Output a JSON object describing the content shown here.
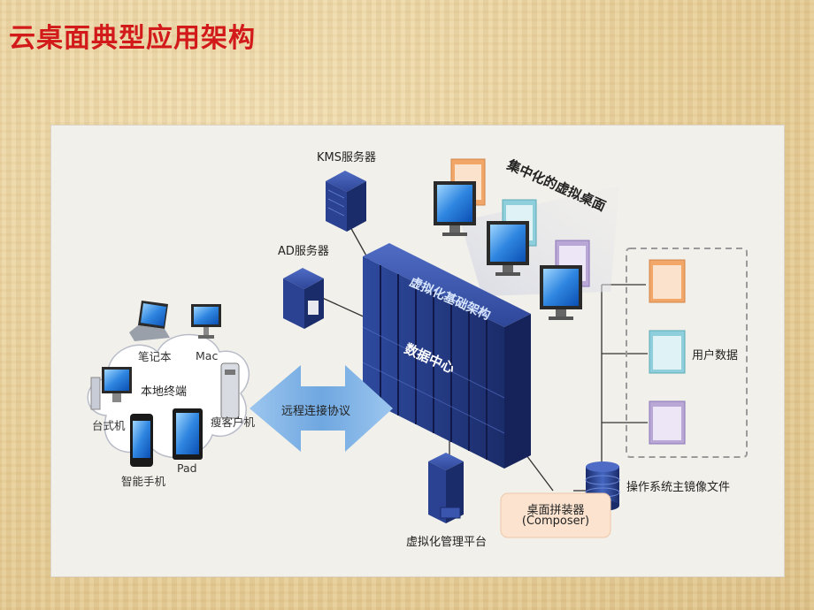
{
  "page": {
    "title": "云桌面典型应用架构"
  },
  "servers": {
    "kms": "KMS服务器",
    "ad": "AD服务器"
  },
  "datacenter": {
    "top_label": "虚拟化基础架构",
    "mid_label": "数据中心"
  },
  "desktops": {
    "label": "集中化的虚拟桌面"
  },
  "client_cloud": {
    "center": "本地终端",
    "laptop": "笔记本",
    "mac": "Mac",
    "desktop_pc": "台式机",
    "thin_client": "瘦客户机",
    "smartphone": "智能手机",
    "pad": "Pad"
  },
  "protocol": {
    "label": "远程连接协议"
  },
  "management": {
    "label": "虚拟化管理平台"
  },
  "composer": {
    "line1": "桌面拼装器",
    "line2": "(Composer)"
  },
  "storage": {
    "user_data": "用户数据",
    "os_image": "操作系统主镜像文件"
  },
  "colors": {
    "title": "#d21a1a",
    "server_dark": "#1e2f6e",
    "server_mid": "#2d4596",
    "arrow": "#7aaede",
    "composer_fill": "#fbe3cf",
    "folder_orange": "#f2a768",
    "folder_teal": "#8fcfdc",
    "folder_purple": "#b9a7d6"
  }
}
